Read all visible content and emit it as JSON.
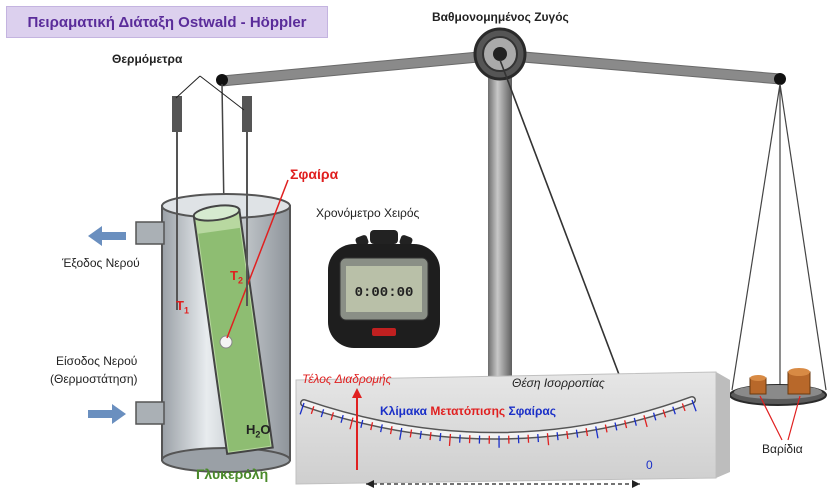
{
  "title": "Πειραματική Διάταξη Ostwald - Höppler",
  "labels": {
    "balance": "Βαθμονομημένος Ζυγός",
    "thermometers": "Θερμόμετρα",
    "sphere": "Σφαίρα",
    "stopwatch": "Χρονόμετρο Χειρός",
    "water_out": "Έξοδος Νερού",
    "water_in_1": "Είσοδος Νερού",
    "water_in_2": "(Θερμοστάτηση)",
    "t1": "T",
    "t1_sub": "1",
    "t2": "T",
    "t2_sub": "2",
    "h2o_h": "H",
    "h2o_sub": "2",
    "h2o_o": "O",
    "glycerol": "Γλυκερόλη",
    "travel_end": "Τέλος Διαδρομής",
    "equilibrium": "Θέση Ισορροπίας",
    "scale_w1": "Κλίμακα",
    "scale_w2": "Μετατόπισης",
    "scale_w3": "Σφαίρας",
    "zero": "0",
    "weights": "Βαρίδια"
  },
  "colors": {
    "title_text": "#5a2c9a",
    "title_bg": "#dcd0ee",
    "red": "#e02020",
    "blue": "#1a2fc8",
    "glycerol_green": "#4a8a2a",
    "metal": "#8a8a8a"
  }
}
